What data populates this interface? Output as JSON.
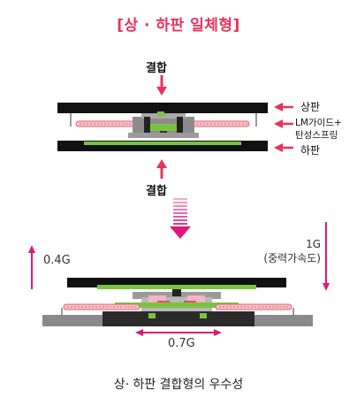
{
  "title": "[상 · 하판 일체형]",
  "labels": {
    "combine_top": "결합",
    "combine_bottom": "결합",
    "upper_plate": "상판",
    "guide_line1": "LM가이드+",
    "guide_line2": "탄성스프링",
    "lower_plate": "하판",
    "upward_g": "0.4G",
    "gravity_line1": "1G",
    "gravity_line2": "(중력가속도)",
    "lateral_g": "0.7G"
  },
  "caption": "상· 하판 결합형의 우수성",
  "colors": {
    "accent": "#e8335a",
    "arrow_magenta": "#e0177a",
    "plate": "#111111",
    "green": "#7cc242",
    "gray": "#8c8c8c",
    "spring_pink": "#f0a0aa"
  }
}
